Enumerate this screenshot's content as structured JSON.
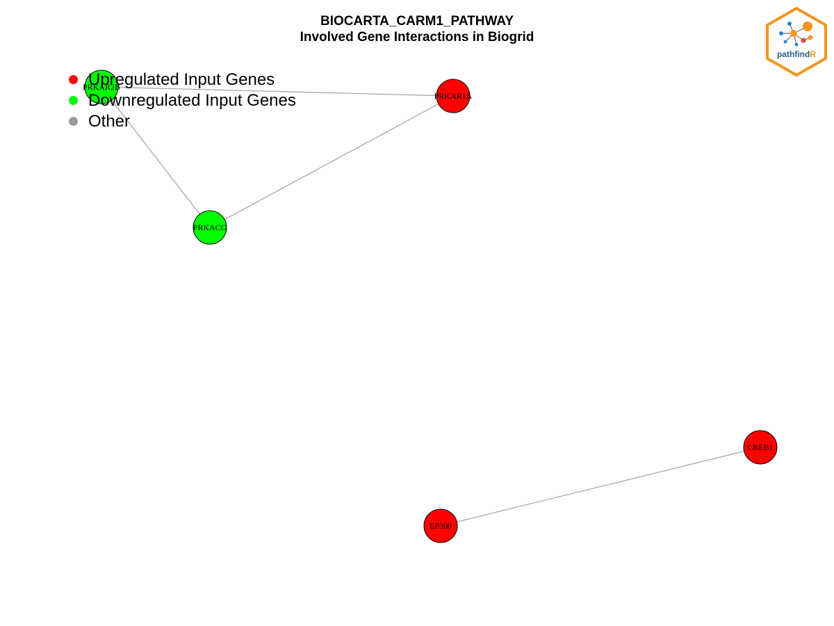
{
  "title": {
    "line1": "BIOCARTA_CARM1_PATHWAY",
    "line2": "Involved Gene Interactions in Biogrid"
  },
  "legend": [
    {
      "label": "Upregulated Input Genes",
      "color": "#ff0000"
    },
    {
      "label": "Downregulated Input Genes",
      "color": "#00ff00"
    },
    {
      "label": "Other",
      "color": "#999999"
    }
  ],
  "colors": {
    "upregulated": "#ff0000",
    "downregulated": "#00ff00",
    "edge": "#a0a0a0",
    "node_border": "#000000"
  },
  "nodes": [
    {
      "id": "PRKAR2B",
      "label": "PRKAR2B",
      "group": "downregulated"
    },
    {
      "id": "PRKAR1A",
      "label": "PRKAR1A",
      "group": "upregulated"
    },
    {
      "id": "PRKACG",
      "label": "PRKACG",
      "group": "downregulated"
    },
    {
      "id": "CREB1",
      "label": "CREB1",
      "group": "upregulated"
    },
    {
      "id": "EP300",
      "label": "EP300",
      "group": "upregulated"
    }
  ],
  "edges": [
    {
      "source": "PRKAR2B",
      "target": "PRKAR1A"
    },
    {
      "source": "PRKAR2B",
      "target": "PRKACG"
    },
    {
      "source": "PRKAR1A",
      "target": "PRKACG"
    },
    {
      "source": "EP300",
      "target": "CREB1"
    }
  ],
  "logo": {
    "text_main": "pathfind",
    "text_accent": "R",
    "colors": {
      "border": "#f7941d",
      "text": "#1f5f8b",
      "accent": "#f7941d",
      "node_orange": "#f7941d",
      "node_red": "#e8432e",
      "node_blue": "#2e86c1"
    }
  }
}
